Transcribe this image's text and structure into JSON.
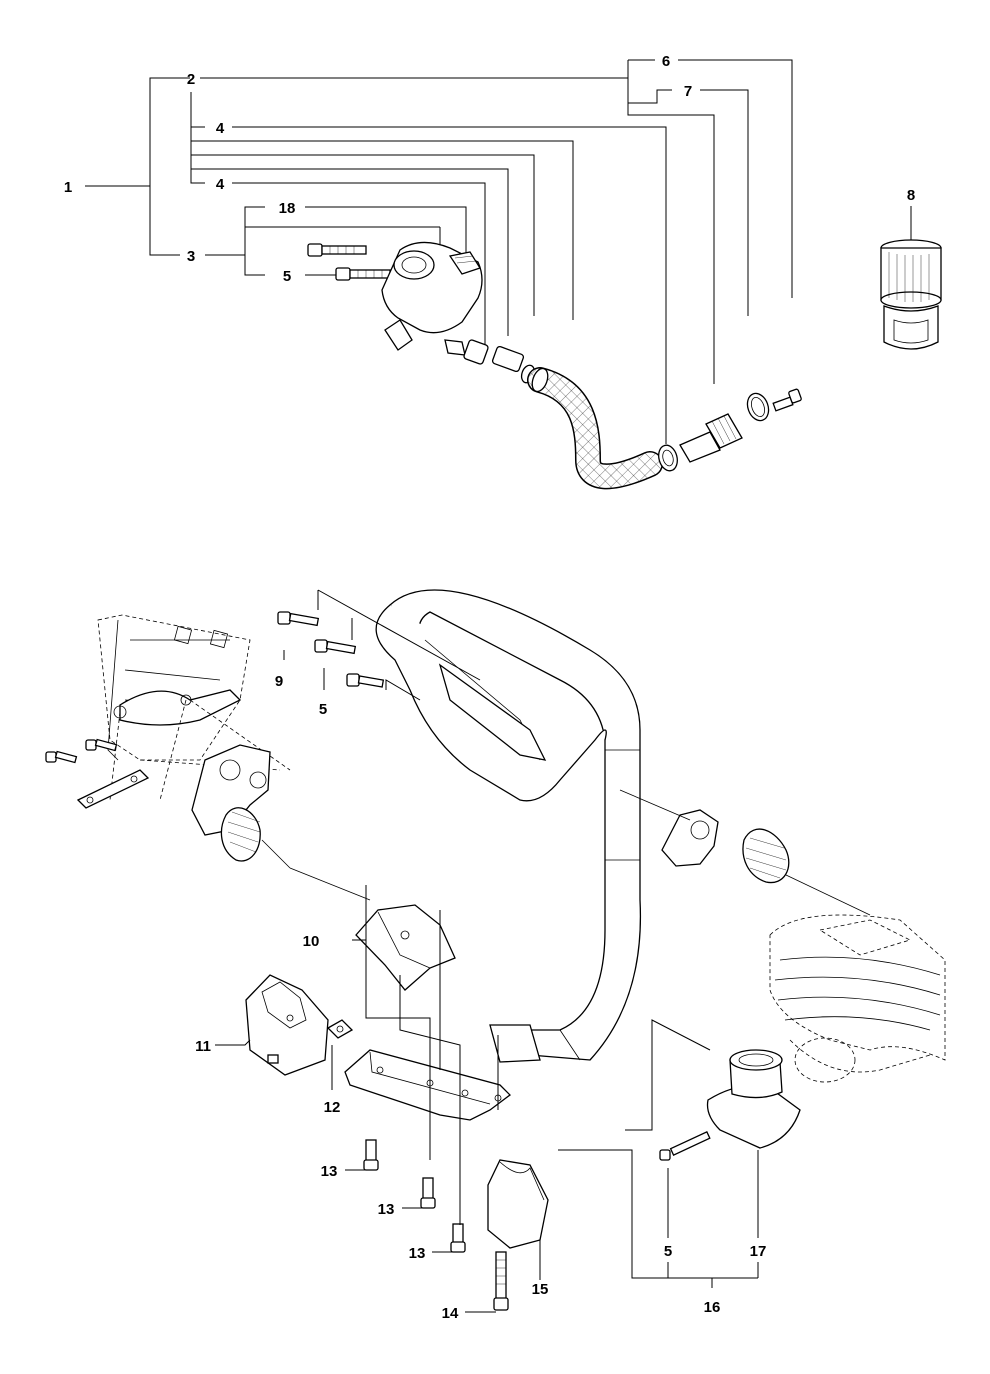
{
  "labels": {
    "l1": "1",
    "l2": "2",
    "l3": "3",
    "l4a": "4",
    "l4b": "4",
    "l5a": "5",
    "l6": "6",
    "l7": "7",
    "l8": "8",
    "l18": "18",
    "l9": "9",
    "l5b": "5",
    "l10": "10",
    "l11": "11",
    "l12": "12",
    "l13a": "13",
    "l13b": "13",
    "l13c": "13",
    "l14": "14",
    "l15": "15",
    "l5c": "5",
    "l16": "16",
    "l17": "17"
  }
}
